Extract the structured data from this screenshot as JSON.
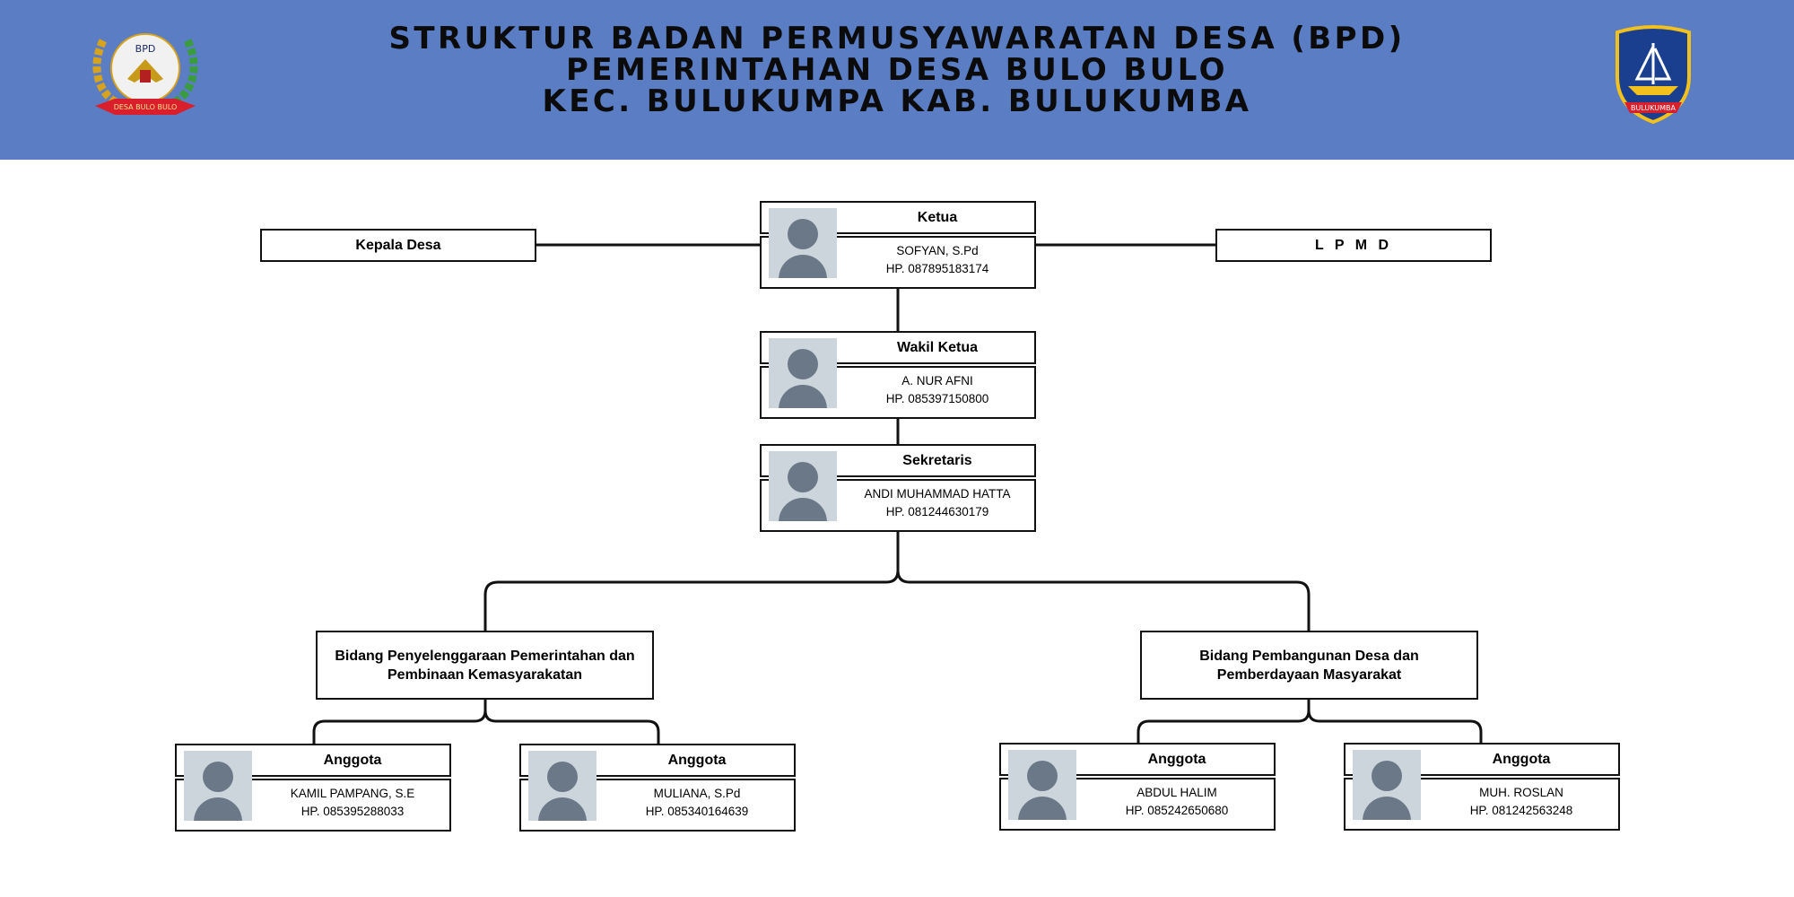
{
  "header": {
    "title_lines": [
      "STRUKTUR BADAN PERMUSYAWARATAN DESA (BPD)",
      "PEMERINTAHAN DESA BULO BULO",
      "KEC. BULUKUMPA KAB. BULUKUMBA"
    ],
    "logo_left": {
      "top_text": "BPD",
      "ribbon_text": "DESA BULO BULO"
    },
    "logo_right": {
      "ribbon_text": "BULUKUMBA"
    },
    "background_color": "#5a7dc4"
  },
  "side_boxes": {
    "left": "Kepala Desa",
    "right": "L P M D"
  },
  "officers": {
    "ketua": {
      "role": "Ketua",
      "name": "SOFYAN, S.Pd",
      "phone": "HP. 087895183174"
    },
    "wakil": {
      "role": "Wakil Ketua",
      "name": "A. NUR AFNI",
      "phone": "HP. 085397150800"
    },
    "sekretaris": {
      "role": "Sekretaris",
      "name": "ANDI MUHAMMAD HATTA",
      "phone": "HP. 081244630179"
    }
  },
  "departments": [
    {
      "name": "Bidang Penyelenggaraan Pemerintahan dan Pembinaan Kemasyarakatan"
    },
    {
      "name": "Bidang Pembangunan Desa dan Pemberdayaan Masyarakat"
    }
  ],
  "members": [
    {
      "role": "Anggota",
      "name": "KAMIL PAMPANG, S.E",
      "phone": "HP. 085395288033"
    },
    {
      "role": "Anggota",
      "name": "MULIANA, S.Pd",
      "phone": "HP. 085340164639"
    },
    {
      "role": "Anggota",
      "name": "ABDUL HALIM",
      "phone": "HP. 085242650680"
    },
    {
      "role": "Anggota",
      "name": "MUH. ROSLAN",
      "phone": "HP. 081242563248"
    }
  ]
}
